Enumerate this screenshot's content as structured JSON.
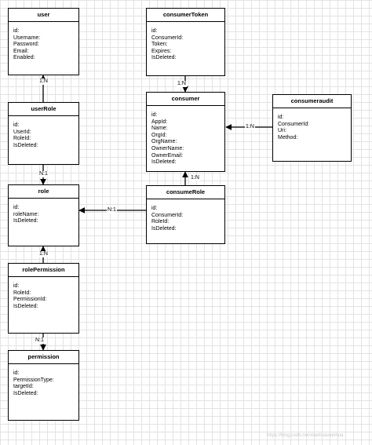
{
  "entities": {
    "user": {
      "title": "user",
      "fields": [
        "id:",
        "Username:",
        "Password:",
        "Email:",
        "Enabled:"
      ]
    },
    "userRole": {
      "title": "userRole",
      "fields": [
        "id:",
        "UserId:",
        "RoleId:",
        "IsDeleted:"
      ]
    },
    "role": {
      "title": "role",
      "fields": [
        "id:",
        "roleName:",
        "IsDeleted:"
      ]
    },
    "rolePermission": {
      "title": "rolePermission",
      "fields": [
        "id:",
        "RoleId:",
        "PermissionId:",
        "IsDeleted:"
      ]
    },
    "permission": {
      "title": "permission",
      "fields": [
        "id:",
        "PermissionType:",
        "targetId:",
        "IsDeleted:"
      ]
    },
    "consumerToken": {
      "title": "consumerToken",
      "fields": [
        "id:",
        "ConsumerId:",
        "Token:",
        "Expires:",
        "IsDeleted:"
      ]
    },
    "consumer": {
      "title": "consumer",
      "fields": [
        "id:",
        "AppId:",
        "Name:",
        "OrgId:",
        "OrgName:",
        "OwnerName:",
        "OwnerEmail:",
        "IsDeleted:"
      ]
    },
    "consumeRole": {
      "title": "consumeRole",
      "fields": [
        "id:",
        "ConsumerId:",
        "RoleId:",
        "IsDeleted:"
      ]
    },
    "consumeraudit": {
      "title": "consumeraudit",
      "fields": [
        "id:",
        "ConsumerId:",
        "Uri:",
        "Method:"
      ]
    }
  },
  "relations": {
    "userRole_user": "1:N",
    "userRole_role": "N:1",
    "rolePermission_role": "1:N",
    "rolePermission_permission": "N:1",
    "consumerToken_consumer": "1:N",
    "consumeraudit_consumer": "1:N",
    "consumeRole_consumer": "1:N",
    "consumeRole_role": "N:1"
  },
  "watermark": "https://blog.csdn.net/xiaohuaxiaohua"
}
